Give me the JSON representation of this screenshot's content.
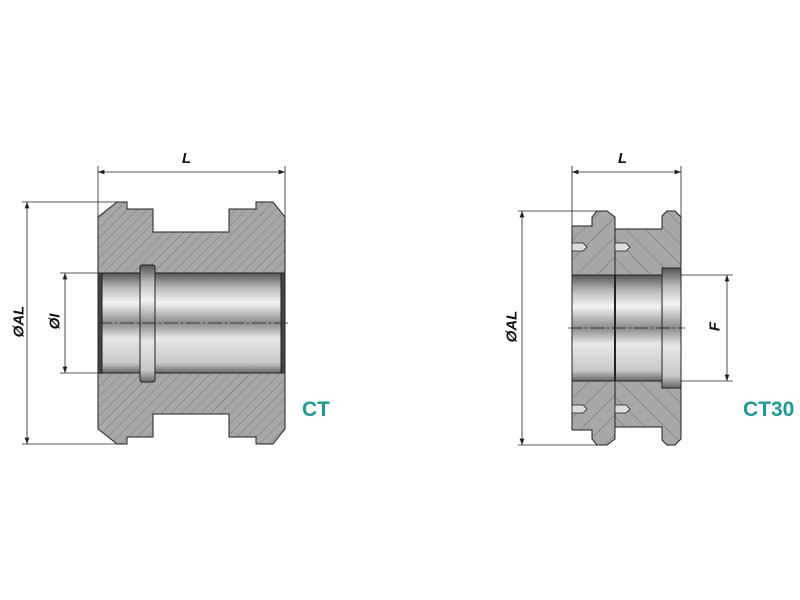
{
  "colors": {
    "accent": "#1a9a9a",
    "body": "#a9a9a9",
    "line": "#222222"
  },
  "left": {
    "model": "CT",
    "length_label": "L",
    "outer_diameter_label": "ØAL",
    "inner_diameter_label": "ØI"
  },
  "right": {
    "model": "CT30",
    "length_label": "L",
    "outer_diameter_label": "ØAL",
    "bore_label": "F"
  }
}
